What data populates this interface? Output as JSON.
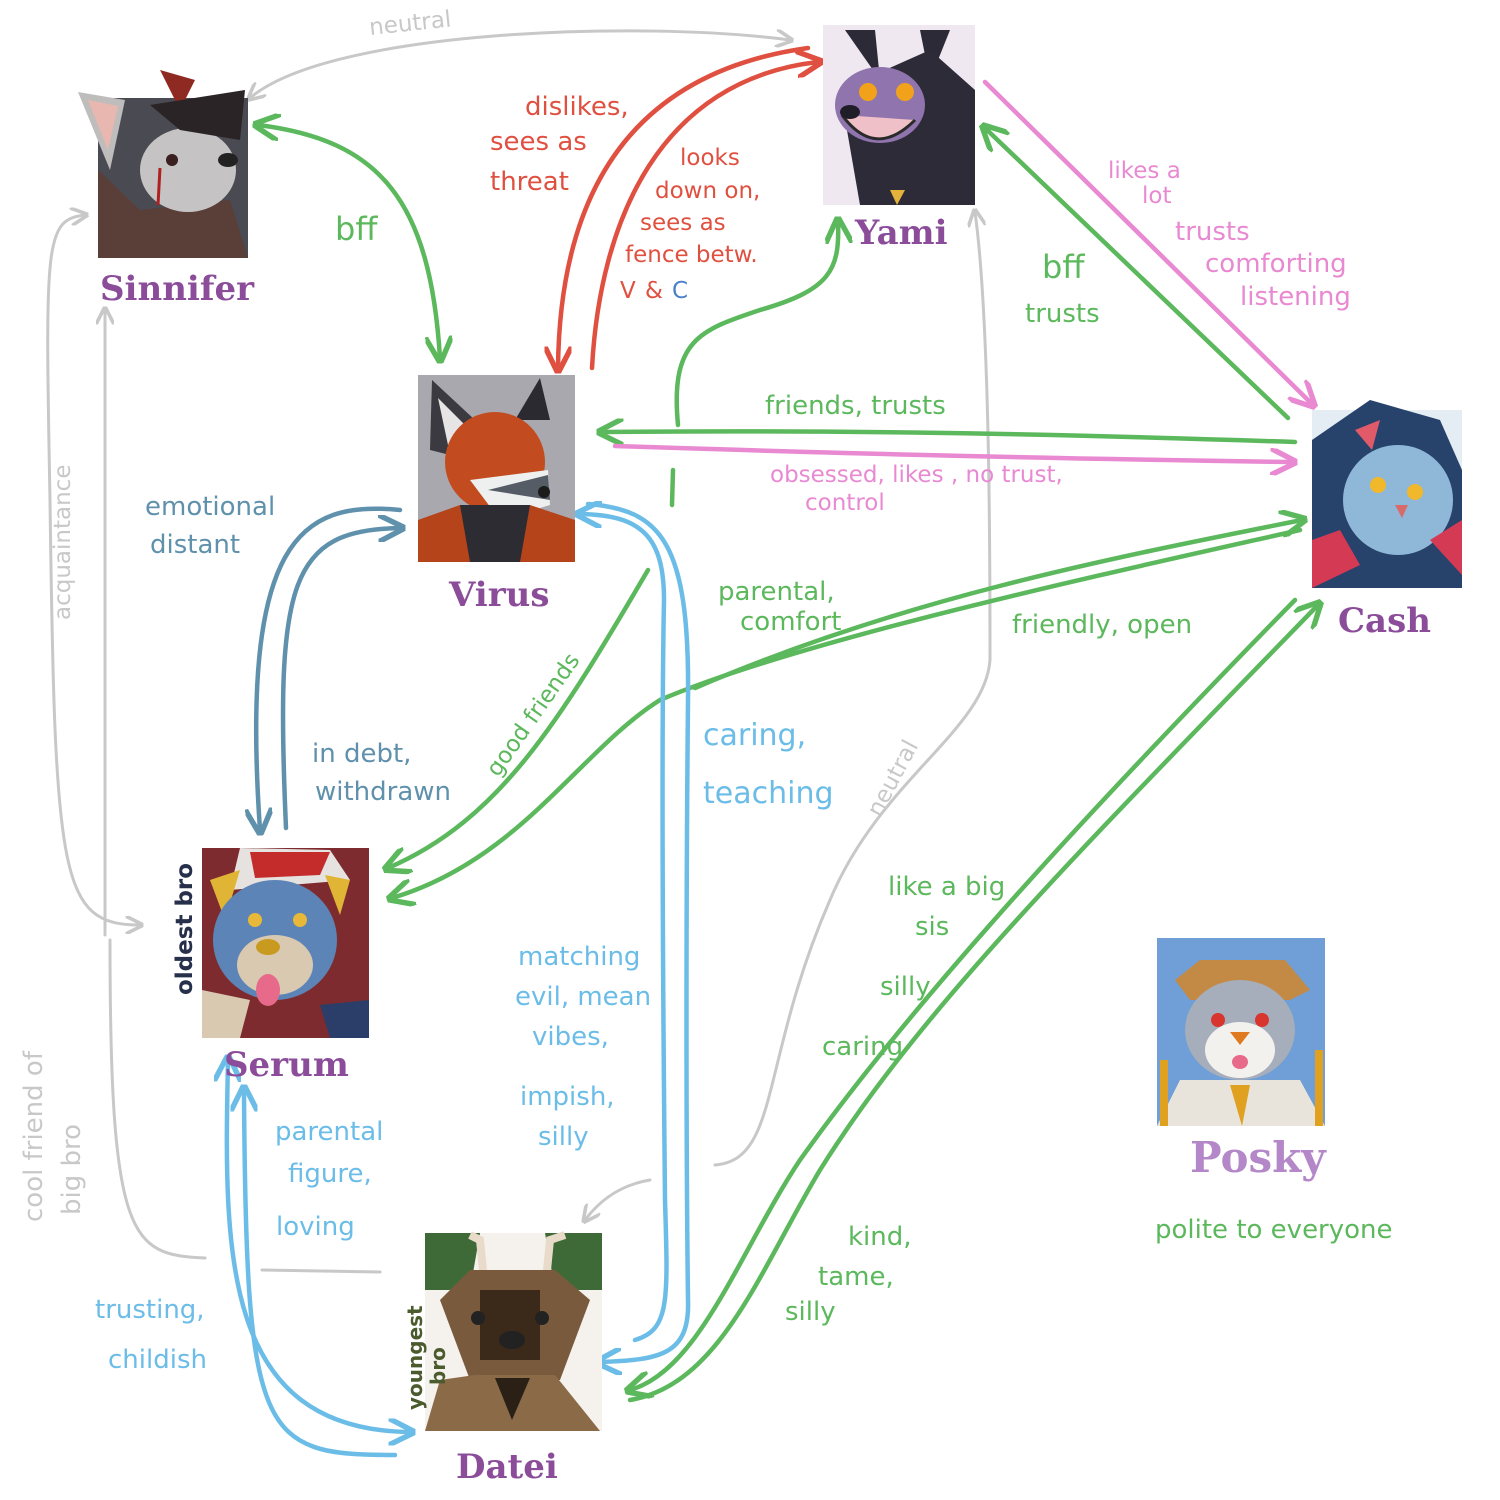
{
  "colors": {
    "green": "#5cb85c",
    "red": "#e05040",
    "pink": "#e889d2",
    "light_blue": "#6bbde8",
    "steel_blue": "#5f91ad",
    "gray": "#c8c8c8",
    "name_purple": "#8b4d9a",
    "posky_purple": "#b488c8"
  },
  "characters": {
    "sinnifer": {
      "name": "Sinnifer",
      "icon": "sinnifer-wolf-portrait"
    },
    "yami": {
      "name": "Yami",
      "icon": "yami-wolf-portrait"
    },
    "virus": {
      "name": "Virus",
      "icon": "virus-fox-portrait"
    },
    "cash": {
      "name": "Cash",
      "icon": "cash-creature-portrait"
    },
    "serum": {
      "name": "Serum",
      "icon": "serum-dog-portrait",
      "tag": "oldest bro"
    },
    "datei": {
      "name": "Datei",
      "icon": "datei-deer-portrait",
      "tag_line1": "youngest",
      "tag_line2": "bro"
    },
    "posky": {
      "name": "Posky",
      "icon": "posky-husky-portrait",
      "note": "polite  to everyone"
    }
  },
  "relations": {
    "sinnifer_yami": "neutral",
    "sinnifer_virus": "bff",
    "virus_yami": {
      "l1": "dislikes,",
      "l2": "sees as",
      "l3": "threat"
    },
    "yami_virus": {
      "l1": "looks",
      "l2": "down on,",
      "l3": "sees as",
      "l4": "fence betw.",
      "l5_v": "V",
      "l5_amp": "&",
      "l5_c": "C"
    },
    "yami_cash": {
      "l1": "likes  a",
      "l2": "lot",
      "l3": "trusts",
      "l4": "comforting",
      "l5": "listening"
    },
    "cash_yami": {
      "l1": "bff",
      "l2": "trusts"
    },
    "cash_virus": "friends, trusts",
    "virus_cash": {
      "l1": "obsessed, likes ,   no trust,",
      "l2": "control"
    },
    "virus_serum": {
      "l1": "emotional",
      "l2": "distant"
    },
    "serum_virus": {
      "l1": "in debt,",
      "l2": "withdrawn"
    },
    "serum_cash": {
      "l1": "parental,",
      "l2": "comfort"
    },
    "cash_serum": "friendly, open",
    "good_friends": "good friends",
    "virus_datei": {
      "l1": "caring,",
      "l2": "teaching"
    },
    "datei_virus": {
      "l1": "matching",
      "l2": "evil, mean",
      "l3": "vibes,",
      "l4": "impish,",
      "l5": "silly"
    },
    "yami_datei": "neutral",
    "cash_datei": {
      "l1": "like  a  big",
      "l2": "sis",
      "l3": "silly",
      "l4": "caring"
    },
    "datei_cash": {
      "l1": "kind,",
      "l2": "tame,",
      "l3": "silly"
    },
    "sinnifer_serum": "acquaintance",
    "serum_datei": {
      "l1": "parental",
      "l2": "figure,",
      "l3": "loving"
    },
    "datei_serum": {
      "l1": "trusting,",
      "l2": "childish"
    },
    "cool_friend": {
      "l1": "cool  friend  of",
      "l2": "big  bro"
    }
  }
}
